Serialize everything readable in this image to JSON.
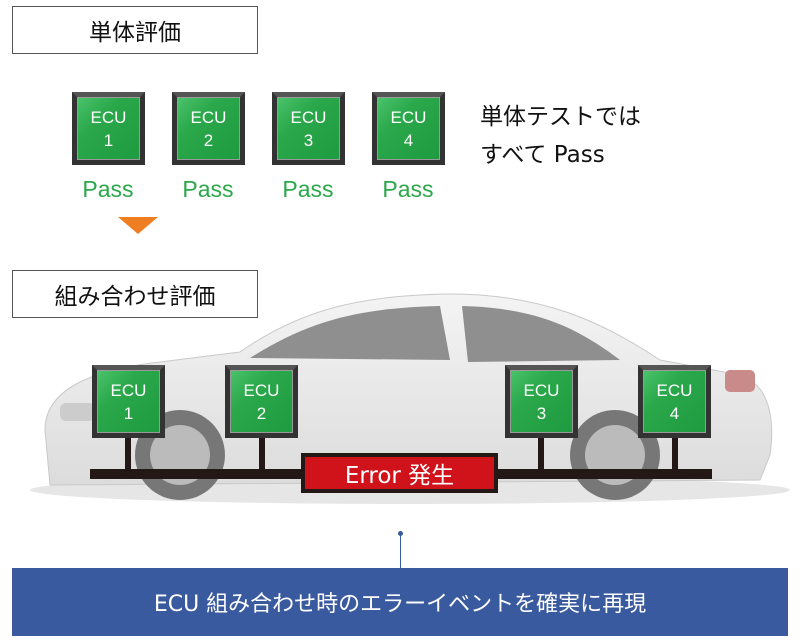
{
  "unit_test": {
    "title": "単体評価",
    "ecus": [
      {
        "label": "ECU",
        "num": "1",
        "result": "Pass"
      },
      {
        "label": "ECU",
        "num": "2",
        "result": "Pass"
      },
      {
        "label": "ECU",
        "num": "3",
        "result": "Pass"
      },
      {
        "label": "ECU",
        "num": "4",
        "result": "Pass"
      }
    ],
    "note_line1": "単体テストでは",
    "note_line2": "すべて Pass"
  },
  "integration": {
    "title": "組み合わせ評価",
    "ecus": [
      {
        "label": "ECU",
        "num": "1"
      },
      {
        "label": "ECU",
        "num": "2"
      },
      {
        "label": "ECU",
        "num": "3"
      },
      {
        "label": "ECU",
        "num": "4"
      }
    ],
    "error": "Error 発生"
  },
  "banner": "ECU 組み合わせ時のエラーイベントを確実に再現",
  "colors": {
    "pass": "#2aa84a",
    "error": "#d0121b",
    "banner": "#3a5a9f",
    "arrow": "#ef7d22"
  }
}
